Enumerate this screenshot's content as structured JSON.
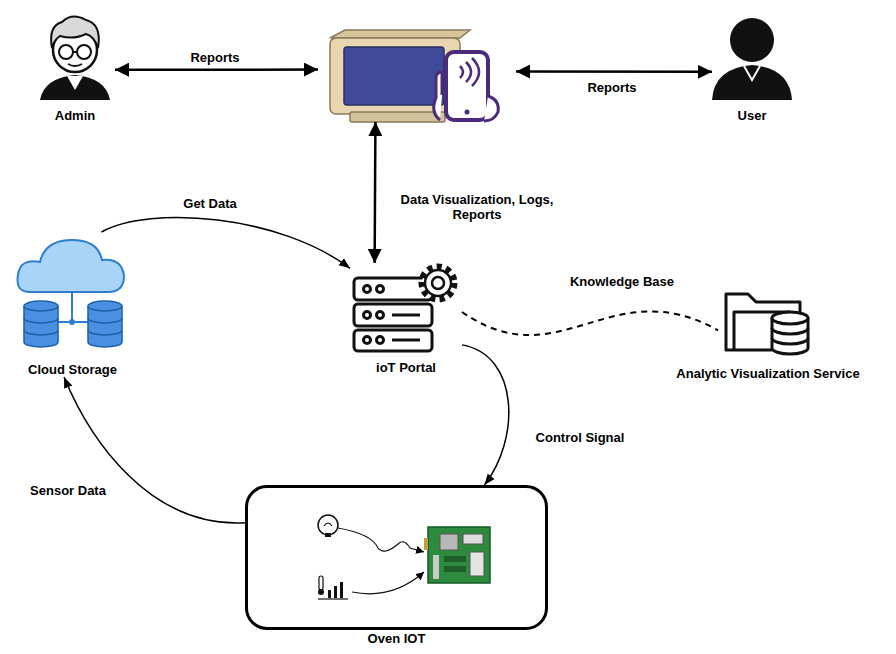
{
  "diagram": {
    "nodes": [
      {
        "text": [
          "Admin"
        ]
      },
      {
        "text": []
      },
      {
        "text": [
          "User"
        ]
      },
      {
        "text": [
          "Cloud Storage"
        ]
      },
      {
        "text": [
          "ioT Portal"
        ]
      },
      {
        "text": [
          "Analytic Visualization Service"
        ]
      },
      {
        "text": [
          "Oven IOT"
        ]
      }
    ],
    "edges": [
      {
        "from": 0,
        "to": 1,
        "arrow": "both",
        "label": "Reports"
      },
      {
        "from": 1,
        "to": 2,
        "arrow": "both",
        "label": "Reports"
      },
      {
        "from": 1,
        "to": 4,
        "arrow": "both",
        "label": "Data Visualization, Logs, Reports"
      },
      {
        "from": 3,
        "to": 4,
        "arrow": "to",
        "label": "Get Data"
      },
      {
        "from": 4,
        "to": 5,
        "arrow": "none",
        "label": "Knowledge Base"
      },
      {
        "from": 4,
        "to": 6,
        "arrow": "to",
        "label": "Control Signal"
      },
      {
        "from": 6,
        "to": 3,
        "arrow": "to",
        "label": "Sensor Data"
      }
    ]
  }
}
